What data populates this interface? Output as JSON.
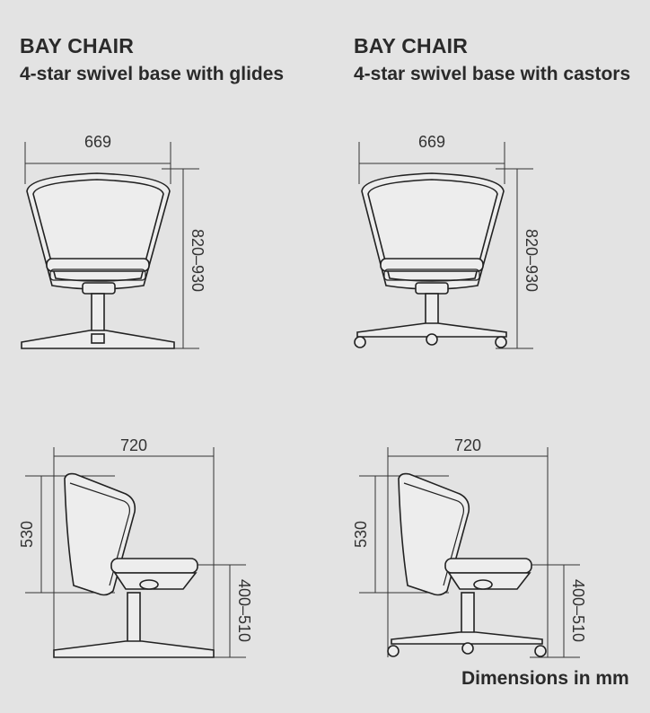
{
  "left": {
    "title": "BAY CHAIR",
    "subtitle": "4-star swivel base with glides",
    "front": {
      "width": "669",
      "height": "820–930"
    },
    "side": {
      "depth": "720",
      "back_height": "530",
      "seat_height": "400–510"
    }
  },
  "right": {
    "title": "BAY CHAIR",
    "subtitle": "4-star swivel base with castors",
    "front": {
      "width": "669",
      "height": "820–930"
    },
    "side": {
      "depth": "720",
      "back_height": "530",
      "seat_height": "400–510"
    }
  },
  "footnote": "Dimensions in mm"
}
